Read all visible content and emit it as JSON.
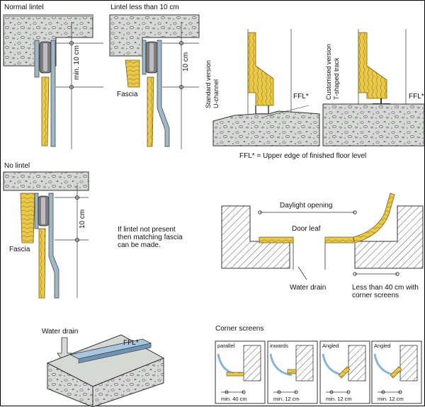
{
  "colors": {
    "concrete": "#d5d8d5",
    "concrete_dark": "#a9aeaa",
    "wood": "#e8c94a",
    "wood_dark": "#b08820",
    "metal": "#9fb8c8",
    "roller": "#7d7d80",
    "wall": "#c9c9c9",
    "drain_blue": "#a9c6e0"
  },
  "lintel_panels": {
    "normal": {
      "title": "Normal lintel",
      "dim": "min. 10 cm"
    },
    "less": {
      "title": "Lintel less than 10 cm",
      "dim": "10 cm",
      "fascia": "Fascia"
    },
    "none": {
      "title": "No lintel",
      "dim": "10 cm",
      "fascia": "Fascia"
    }
  },
  "no_lintel_note": [
    "If lintel not present",
    "then matching fascia",
    "can be made."
  ],
  "floor_versions": {
    "standard": [
      "Standard version",
      "U-channel"
    ],
    "custom": [
      "Customised version",
      "T-shaped track"
    ],
    "ffl": "FFL*",
    "footnote": "FFL* = Upper edge of finished floor level"
  },
  "plan_view": {
    "daylight": "Daylight opening",
    "door_leaf": "Door leaf",
    "water_drain": "Water drain",
    "corner_note": [
      "Less than 40 cm with",
      "corner screens"
    ]
  },
  "drain_detail": {
    "label": "Water drain",
    "ffl": "FFL*"
  },
  "corner_screens": {
    "title": "Corner screens",
    "items": [
      {
        "label": "parallel",
        "dim": "min. 40 cm"
      },
      {
        "label": "inwards",
        "dim": "min. 12 cm"
      },
      {
        "label": "Angled",
        "dim": "min. 12 cm"
      },
      {
        "label": "Angled",
        "dim": "min. 12 cm"
      }
    ]
  }
}
